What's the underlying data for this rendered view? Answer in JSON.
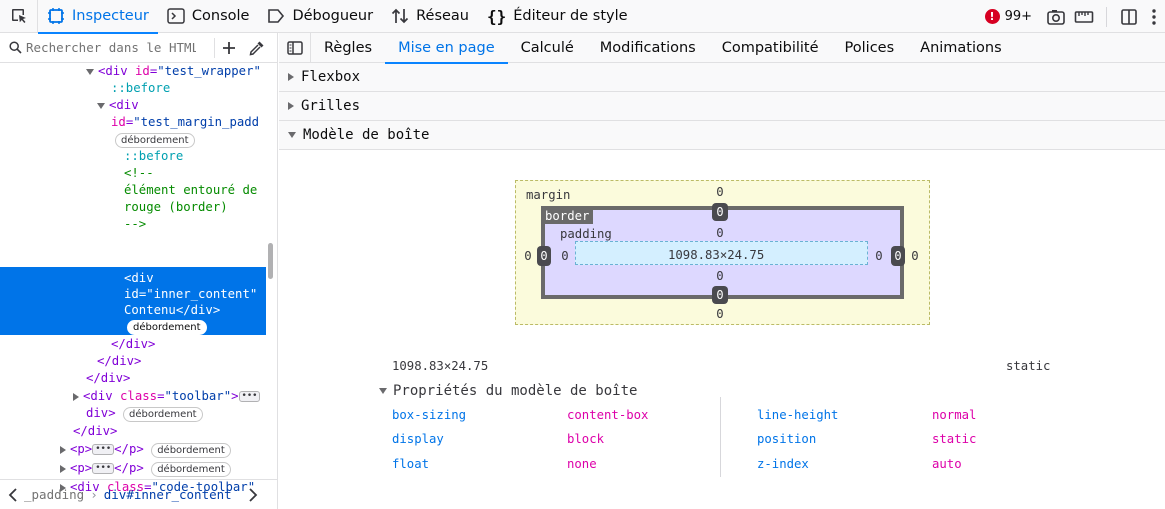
{
  "toolbar": {
    "tabs": [
      {
        "label": "Inspecteur",
        "icon": "inspector-icon",
        "active": true
      },
      {
        "label": "Console",
        "icon": "console-icon",
        "active": false
      },
      {
        "label": "Débogueur",
        "icon": "debugger-icon",
        "active": false
      },
      {
        "label": "Réseau",
        "icon": "network-icon",
        "active": false
      },
      {
        "label": "Éditeur de style",
        "icon": "style-editor-icon",
        "active": false
      }
    ],
    "error_count": "99+"
  },
  "search": {
    "placeholder": "Rechercher dans le HTML"
  },
  "tree": {
    "lines": [
      {
        "tag_open": "<div",
        "attr_name": "id",
        "attr_value": "\"test_wrapper\""
      },
      {
        "pseudo": "::before"
      },
      {
        "tag_open": "<div"
      },
      {
        "attr_name": "id",
        "attr_value": "\"test_margin_padd"
      },
      {
        "badge": "débordement"
      },
      {
        "pseudo": "::before"
      },
      {
        "comment": "<!--"
      },
      {
        "comment": "élément entouré de"
      },
      {
        "comment": "rouge (border)"
      },
      {
        "comment": "-->"
      },
      {
        "tag_open": "<div"
      },
      {
        "attr_name": "id",
        "attr_value": "\"inner_content\""
      },
      {
        "text": "Contenu</div>"
      },
      {
        "badge": "débordement"
      },
      {
        "tag_close": "</div>"
      },
      {
        "tag_close": "</div>"
      },
      {
        "tag_close": "</div>"
      },
      {
        "tag_open": "<div",
        "attr_name": "class",
        "attr_value": "\"toolbar\"",
        "tag_end": ">"
      },
      {
        "tag_close": "div>",
        "badge": "débordement"
      },
      {
        "tag_close": "</div>"
      },
      {
        "tag_open": "<p>",
        "tag_close": "</p>",
        "badge": "débordement"
      },
      {
        "tag_open": "<p>",
        "tag_close": "</p>",
        "badge": "débordement"
      },
      {
        "tag_open": "<div",
        "attr_name": "class",
        "attr_value": "\"code-toolbar\""
      }
    ]
  },
  "breadcrumbs": [
    "_padding",
    "div#inner_content"
  ],
  "subtabs": [
    "Règles",
    "Mise en page",
    "Calculé",
    "Modifications",
    "Compatibilité",
    "Polices",
    "Animations"
  ],
  "sections": [
    "Flexbox",
    "Grilles",
    "Modèle de boîte"
  ],
  "boxmodel": {
    "margin_label": "margin",
    "border_label": "border",
    "padding_label": "padding",
    "content_size": "1098.83×24.75",
    "margin": {
      "top": "0",
      "right": "0",
      "bottom": "0",
      "left": "0"
    },
    "border": {
      "top": "0",
      "right": "0",
      "bottom": "0",
      "left": "0"
    },
    "padding": {
      "top": "0",
      "right": "0",
      "bottom": "0",
      "left": "0"
    },
    "dimensions": "1098.83×24.75",
    "position": "static"
  },
  "properties": {
    "header": "Propriétés du modèle de boîte",
    "items": [
      {
        "name": "box-sizing",
        "value": "content-box"
      },
      {
        "name": "display",
        "value": "block"
      },
      {
        "name": "float",
        "value": "none"
      },
      {
        "name": "line-height",
        "value": "normal"
      },
      {
        "name": "position",
        "value": "static"
      },
      {
        "name": "z-index",
        "value": "auto"
      }
    ]
  }
}
